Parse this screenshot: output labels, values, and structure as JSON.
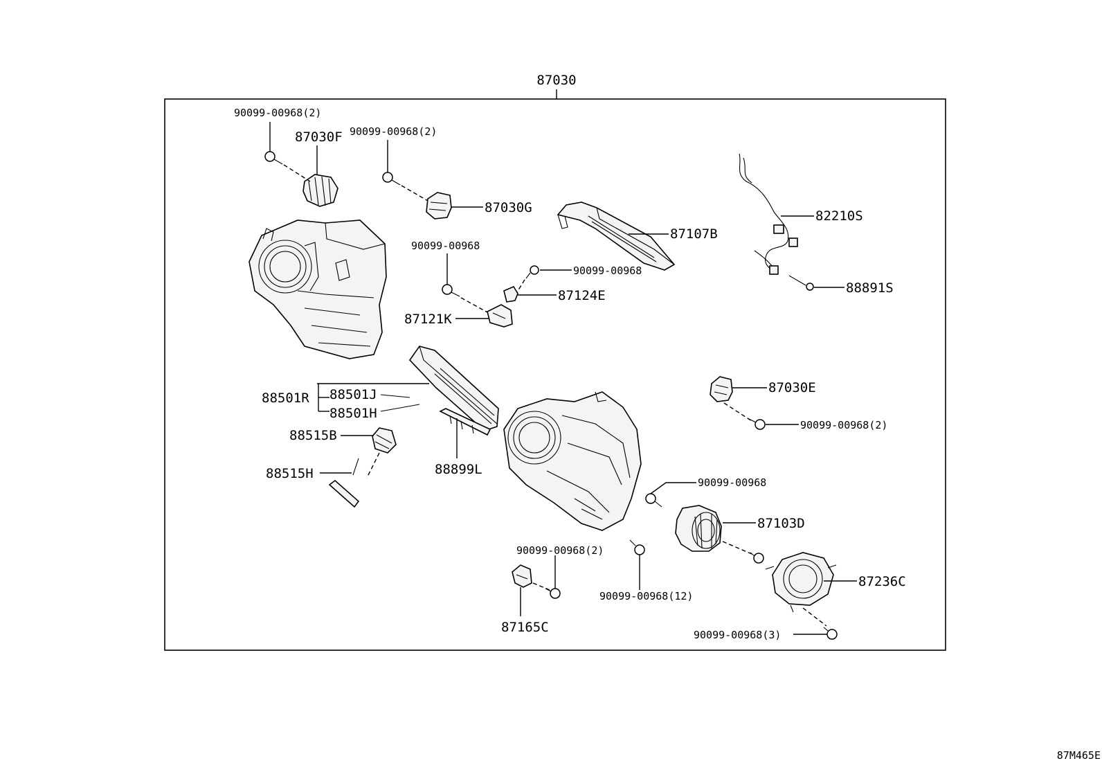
{
  "diagram": {
    "assembly_label": "87030",
    "corner_code": "87M465E",
    "callouts": {
      "screw_87030f": "90099-00968(2)",
      "part_87030f": "87030F",
      "screw_87030g": "90099-00968(2)",
      "part_87030g": "87030G",
      "part_87107b": "87107B",
      "part_82210s": "82210S",
      "part_88891s": "88891S",
      "screw_left_mid": "90099-00968",
      "screw_right_mid": "90099-00968",
      "part_87124e": "87124E",
      "part_87121k": "87121K",
      "part_88501r": "88501R",
      "part_88501j": "88501J",
      "part_88501h": "88501H",
      "part_88515b": "88515B",
      "part_88515h": "88515H",
      "part_88899l": "88899L",
      "part_87030e": "87030E",
      "screw_87030e": "90099-00968(2)",
      "screw_blower": "90099-00968",
      "part_87103d": "87103D",
      "screw_87165c": "90099-00968(2)",
      "screw_case": "90099-00968(12)",
      "part_87236c": "87236C",
      "part_87165c": "87165C",
      "screw_87236c": "90099-00968(3)"
    }
  }
}
